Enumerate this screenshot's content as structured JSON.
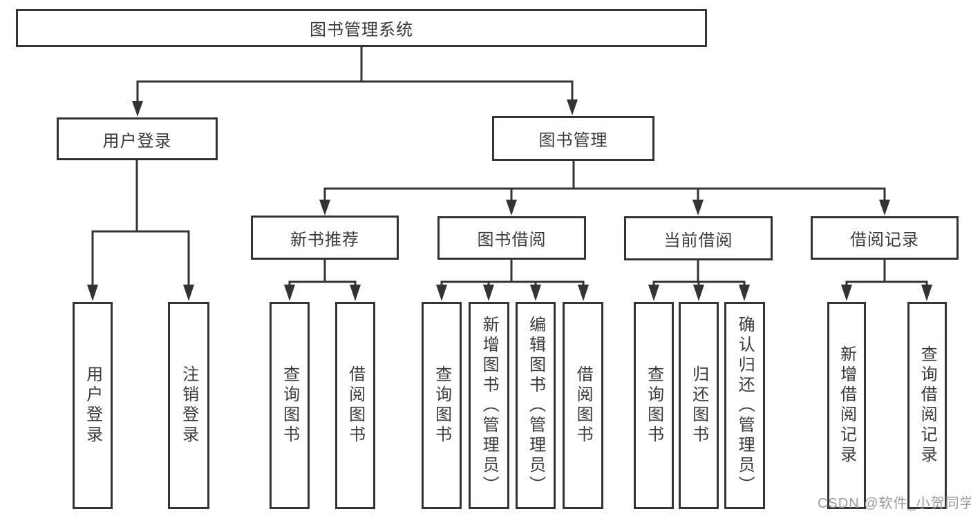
{
  "diagram": {
    "root": "图书管理系统",
    "level2": [
      "用户登录",
      "图书管理"
    ],
    "level3": [
      "新书推荐",
      "图书借阅",
      "当前借阅",
      "借阅记录"
    ],
    "leaves": {
      "user_login": [
        "用户登录",
        "注销登录"
      ],
      "new_book": [
        "查询图书",
        "借阅图书"
      ],
      "book_borrow": [
        "查询图书",
        "新增图书（管理员）",
        "编辑图书（管理员）",
        "借阅图书"
      ],
      "current_borrow": [
        "查询图书",
        "归还图书",
        "确认归还（管理员）"
      ],
      "borrow_record": [
        "新增借阅记录",
        "查询借阅记录"
      ]
    }
  },
  "watermark": "CSDN @软件_小贺同学",
  "colors": {
    "line": "#333333",
    "box_border": "#333333",
    "text": "#3a3a3a",
    "watermark": "#9a9a9a",
    "background": "#ffffff"
  }
}
